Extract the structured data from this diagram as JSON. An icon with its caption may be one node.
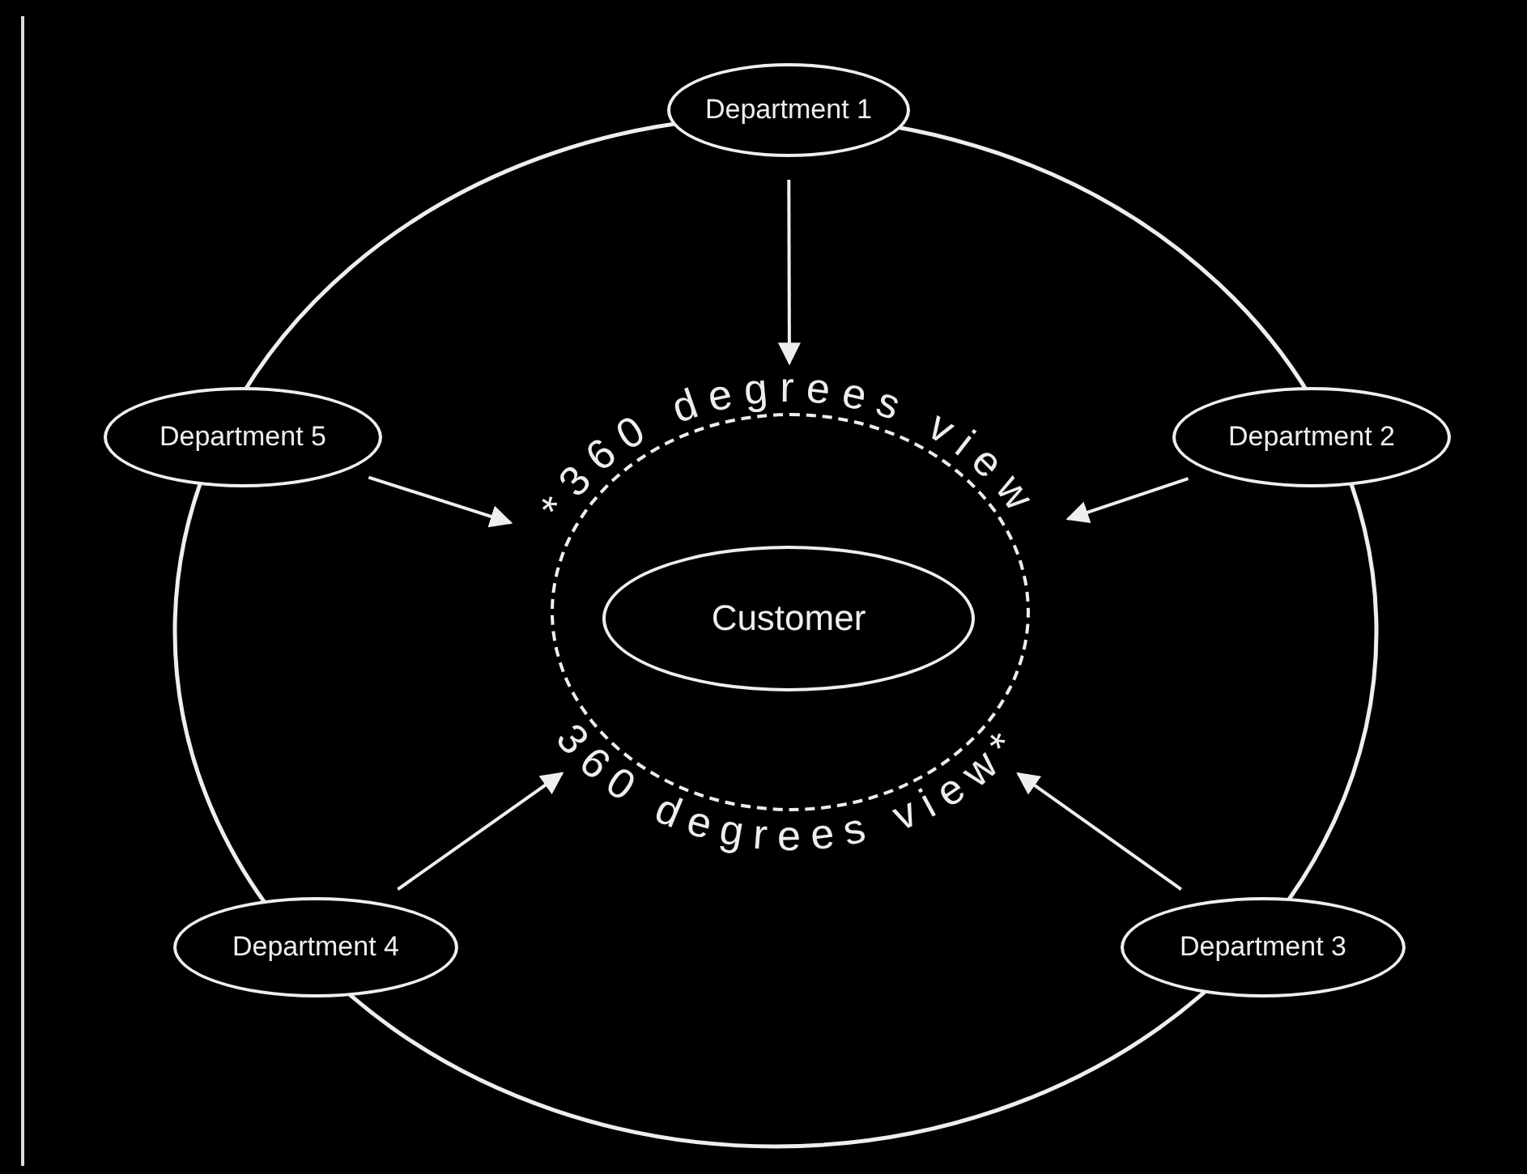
{
  "diagram": {
    "nodes": [
      {
        "text": [
          "Department 1"
        ]
      },
      {
        "text": [
          "Department 5"
        ]
      },
      {
        "text": [
          "Department 2"
        ]
      },
      {
        "text": [],
        "shape": "circle"
      },
      {
        "text": [
          "Customer"
        ],
        "in": 3
      },
      {
        "text": [
          "Department 4"
        ]
      },
      {
        "text": [
          "Department 3"
        ]
      }
    ],
    "edges": [
      {
        "from": 0,
        "to": 3,
        "arrow": "to"
      },
      {
        "from": 1,
        "to": 3,
        "arrow": "to"
      },
      {
        "from": 2,
        "to": 3,
        "arrow": "to"
      },
      {
        "from": 5,
        "to": 3,
        "arrow": "to"
      },
      {
        "from": 6,
        "to": 3,
        "arrow": "to"
      }
    ],
    "labels": [
      "*360 degrees view",
      "360 degrees view*"
    ]
  }
}
